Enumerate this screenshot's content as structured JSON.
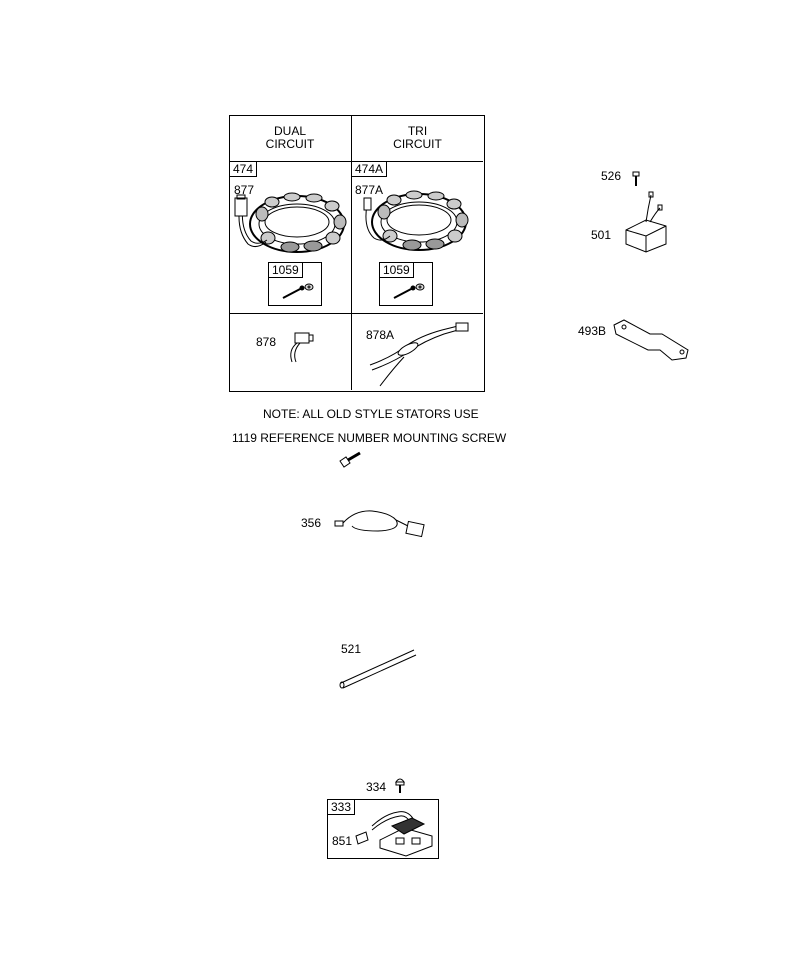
{
  "table": {
    "col1_header_line1": "DUAL",
    "col1_header_line2": "CIRCUIT",
    "col2_header_line1": "TRI",
    "col2_header_line2": "CIRCUIT"
  },
  "parts": {
    "p474": "474",
    "p474A": "474A",
    "p877": "877",
    "p877A": "877A",
    "p1059_left": "1059",
    "p1059_right": "1059",
    "p878": "878",
    "p878A": "878A",
    "p526": "526",
    "p501": "501",
    "p493B": "493B",
    "p356": "356",
    "p521": "521",
    "p334": "334",
    "p333": "333",
    "p851": "851"
  },
  "note": {
    "line1": "NOTE: ALL OLD STYLE STATORS USE",
    "line2": "1119 REFERENCE NUMBER MOUNTING SCREW"
  }
}
